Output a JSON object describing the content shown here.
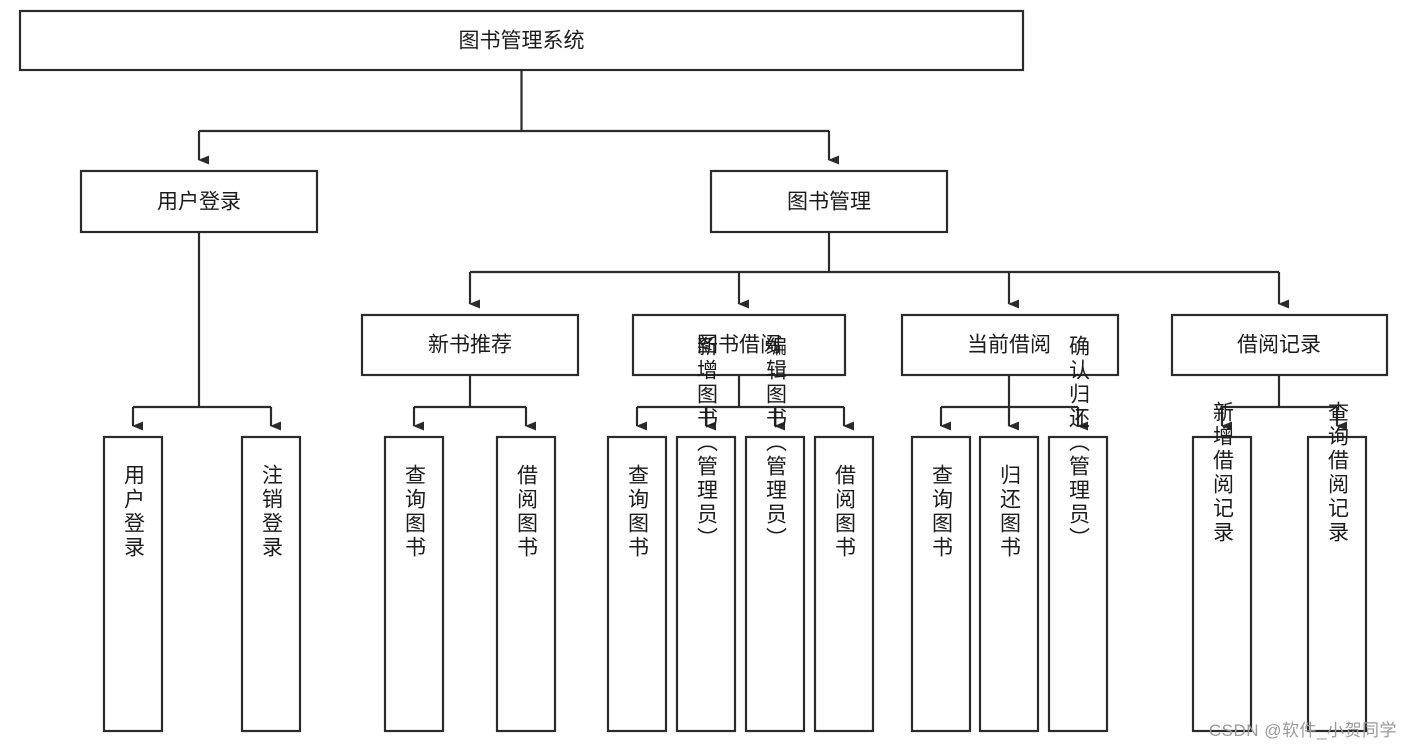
{
  "diagram": {
    "type": "tree-hierarchy",
    "title": "图书管理系统",
    "colors": {
      "box_stroke": "#2b2b2b",
      "box_fill": "#ffffff",
      "connector": "#2b2b2b",
      "text": "#1b1b1b",
      "background": "#ffffff",
      "watermark": "#9a9a9a"
    },
    "root": {
      "label": "图书管理系统"
    },
    "level2": [
      {
        "label": "用户登录"
      },
      {
        "label": "图书管理"
      }
    ],
    "level3": [
      {
        "label": "新书推荐"
      },
      {
        "label": "图书借阅"
      },
      {
        "label": "当前借阅"
      },
      {
        "label": "借阅记录"
      }
    ],
    "leaves": {
      "user_login": [
        {
          "label": "用户登录"
        },
        {
          "label": "注销登录"
        }
      ],
      "new_book_recommend": [
        {
          "label": "查询图书"
        },
        {
          "label": "借阅图书"
        }
      ],
      "book_borrow": [
        {
          "label": "查询图书"
        },
        {
          "label": "新增图书（管理员）"
        },
        {
          "label": "编辑图书（管理员）"
        },
        {
          "label": "借阅图书"
        }
      ],
      "current_borrow": [
        {
          "label": "查询图书"
        },
        {
          "label": "归还图书"
        },
        {
          "label": "确认归还（管理员）"
        }
      ],
      "borrow_record": [
        {
          "label": "新增借阅记录"
        },
        {
          "label": "查询借阅记录"
        }
      ]
    }
  },
  "watermark": {
    "text": "CSDN @软件_小贺同学"
  }
}
